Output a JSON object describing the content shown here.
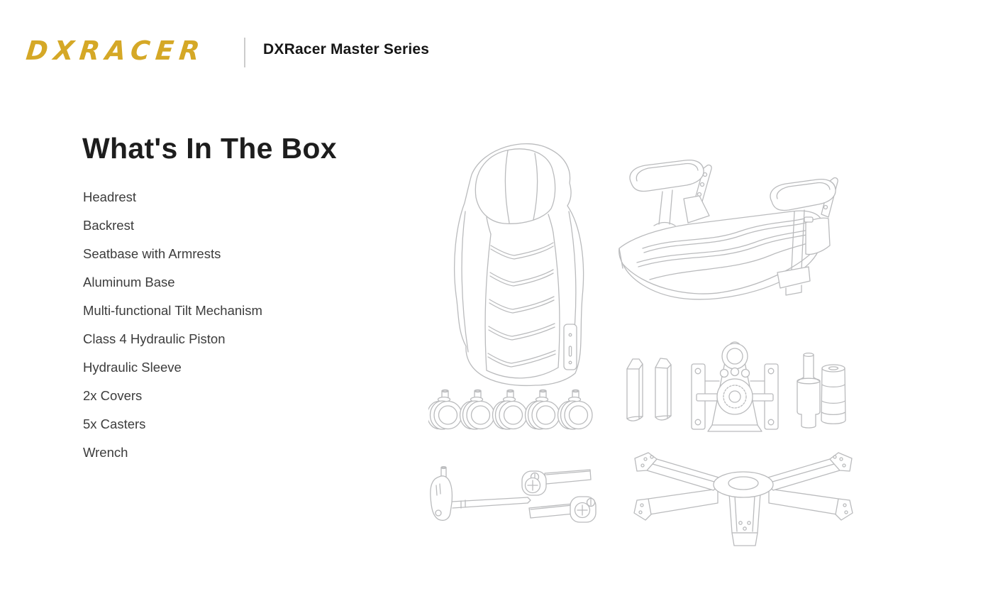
{
  "header": {
    "logo_text": "DXRACER",
    "series_title": "DXRacer Master Series"
  },
  "box": {
    "heading": "What's In The Box",
    "items": [
      "Headrest",
      "Backrest",
      "Seatbase with Armrests",
      "Aluminum Base",
      "Multi-functional Tilt Mechanism",
      "Class 4 Hydraulic Piston",
      "Hydraulic Sleeve",
      "2x Covers",
      "5x Casters",
      "Wrench"
    ]
  },
  "illustrations": {
    "backrest": "backrest-with-headrest-illustration",
    "seatbase": "seatbase-with-armrests-illustration",
    "casters": "five-casters-illustration",
    "covers": "two-covers-illustration",
    "tilt_mechanism": "multi-functional-tilt-mechanism-illustration",
    "hydraulic_piston": "class-4-hydraulic-piston-illustration",
    "hydraulic_sleeve": "hydraulic-sleeve-illustration",
    "wrench": "wrench-and-adjustment-levers-illustration",
    "aluminum_base": "aluminum-five-star-base-illustration"
  },
  "colors": {
    "brand_gold": "#D5A826",
    "series_title_text": "#161616",
    "heading_text": "#1D1D1D",
    "list_text": "#3C3C3C",
    "line_art": "#BABBBD",
    "divider": "#CCCCCC",
    "background": "#FFFFFF"
  }
}
